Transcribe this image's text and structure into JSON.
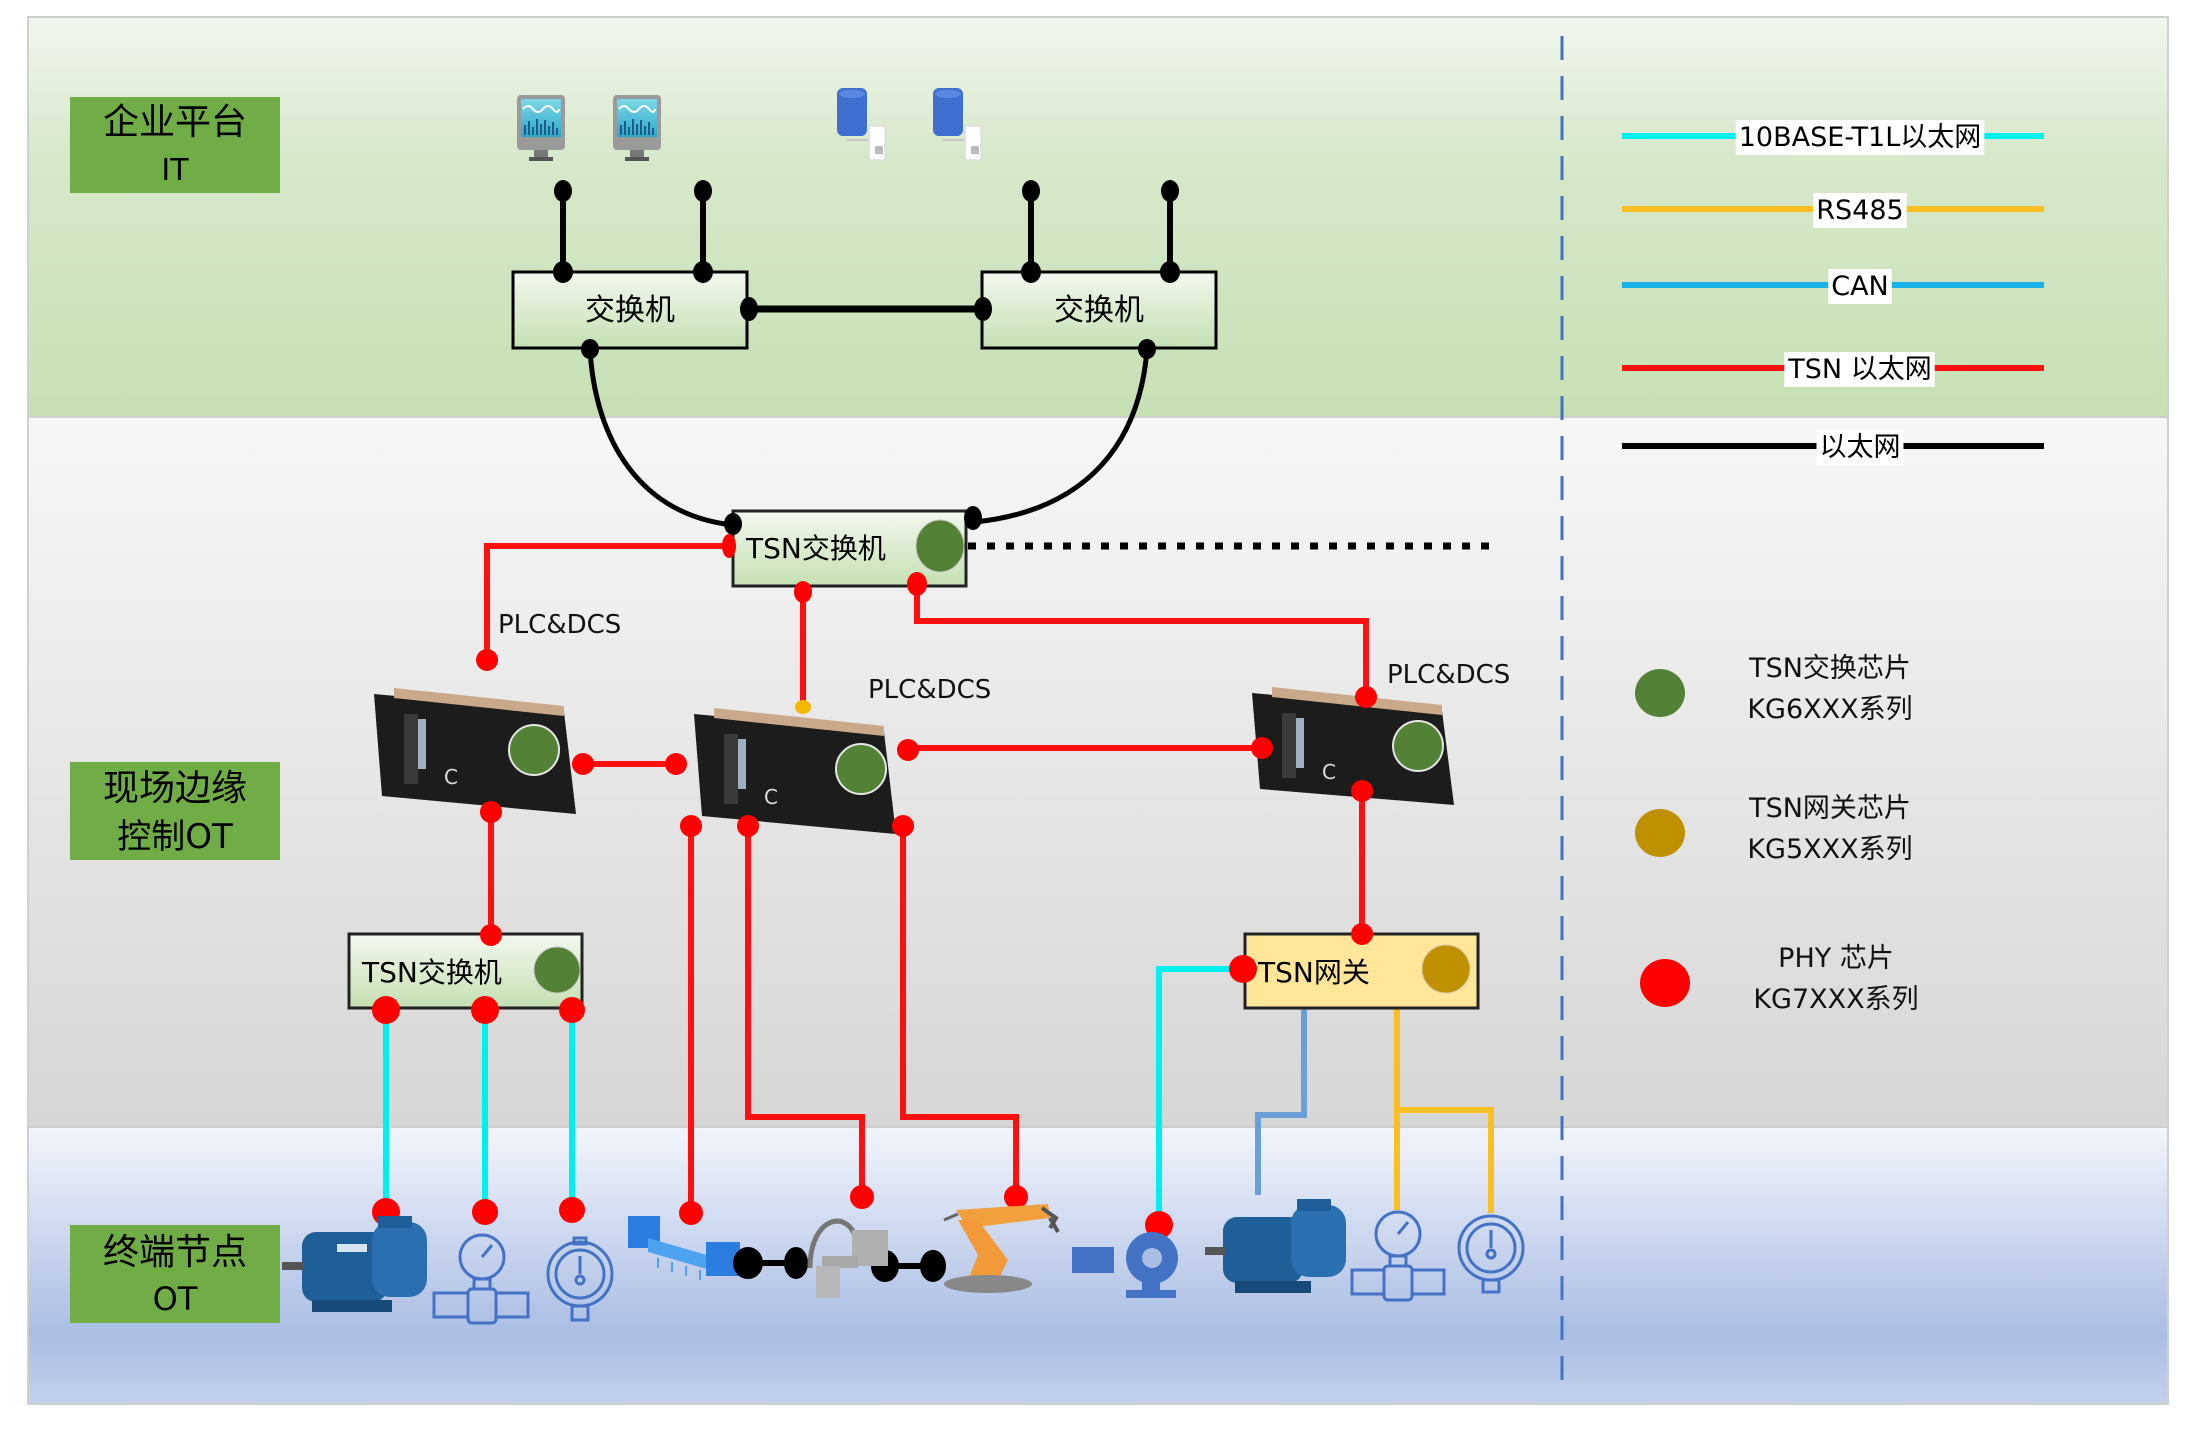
{
  "zones": {
    "it": {
      "label_line1": "企业平台",
      "label_line2": "IT"
    },
    "edge": {
      "label_line1": "现场边缘",
      "label_line2": "控制OT"
    },
    "terminal": {
      "label_line1": "终端节点",
      "label_line2": "OT"
    }
  },
  "nodes": {
    "it_switch_left": "交换机",
    "it_switch_right": "交换机",
    "tsn_switch_core": "TSN交换机",
    "tsn_switch_field": "TSN交换机",
    "tsn_gateway": "TSN网关",
    "plc_left": "PLC&DCS",
    "plc_center": "PLC&DCS",
    "plc_right": "PLC&DCS"
  },
  "devices": {
    "it": [
      "monitor",
      "monitor",
      "database-server",
      "database-server"
    ],
    "terminal": [
      "motor",
      "pressure-gauge-valve",
      "pressure-gauge",
      "conveyor",
      "scara-robot",
      "industrial-robot-arm",
      "pump",
      "motor",
      "pressure-gauge-valve",
      "pressure-gauge"
    ]
  },
  "legend": {
    "lines": [
      {
        "label": "10BASE-T1L以太网",
        "color": "#00f0f0"
      },
      {
        "label": "RS485",
        "color": "#fbbf24"
      },
      {
        "label": "CAN",
        "color": "#1ab0e8"
      },
      {
        "label": "TSN 以太网",
        "color": "#ff1010"
      },
      {
        "label": "以太网",
        "color": "#000000"
      }
    ],
    "chips": [
      {
        "line1": "TSN交换芯片",
        "line2": "KG6XXX系列",
        "color": "#538135"
      },
      {
        "line1": "TSN网关芯片",
        "line2": "KG5XXX系列",
        "color": "#bf9000"
      },
      {
        "line1": "PHY 芯片",
        "line2": "KG7XXX系列",
        "color": "#ff0000"
      }
    ]
  },
  "colors": {
    "zone_label_bg": "#70ad47",
    "tsn_chip": "#538135",
    "gateway_chip": "#bf9000",
    "phy_chip": "#ff0000",
    "tsn_line": "#ff1010",
    "t1l_line": "#00f0f0",
    "can_line": "#6a9fd8",
    "rs485_line": "#fbbf24",
    "eth_line": "#000000",
    "gateway_fill": "#ffe699",
    "divider": "#4472c4"
  }
}
